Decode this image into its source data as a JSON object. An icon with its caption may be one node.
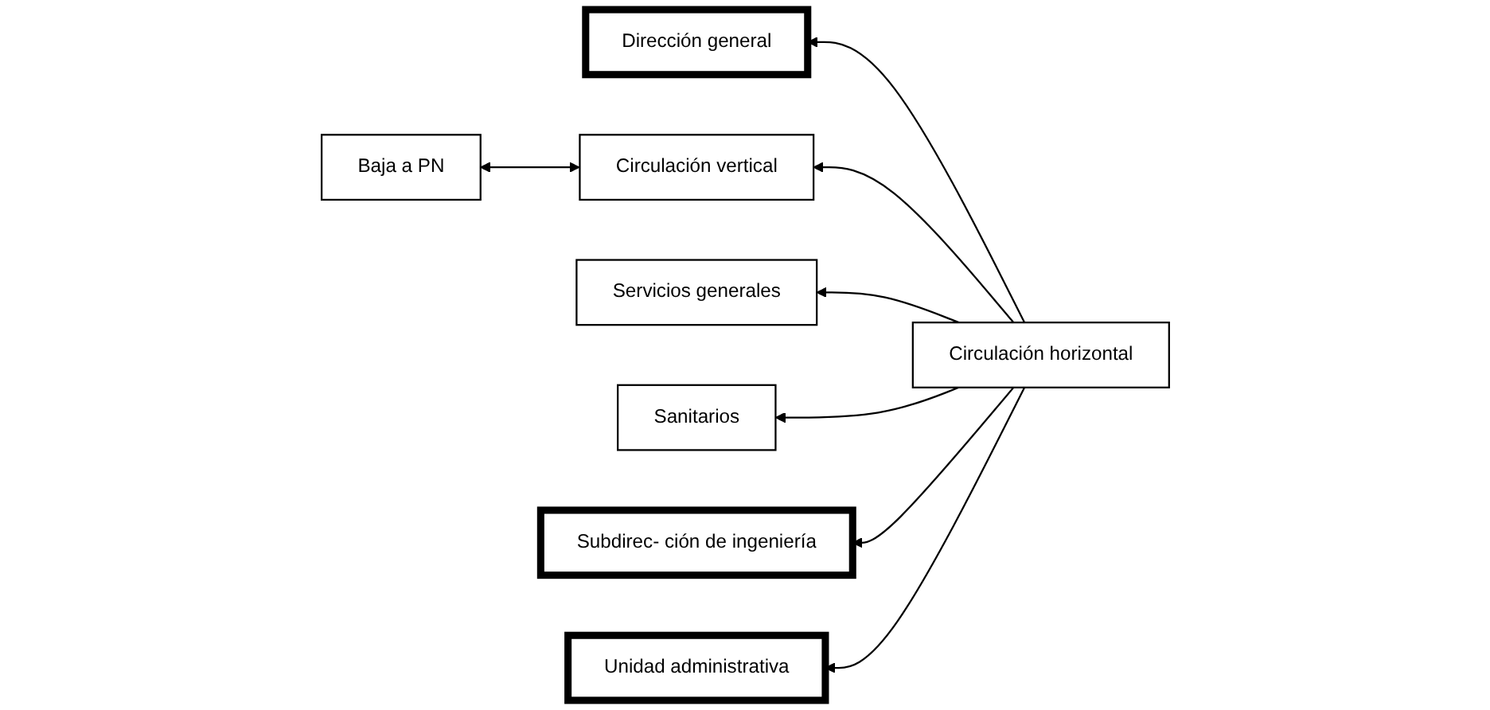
{
  "diagram": {
    "nodes": [
      {
        "text": [
          "Baja a PN"
        ]
      },
      {
        "text": [
          "Dirección general"
        ]
      },
      {
        "text": [
          "Circulación vertical"
        ]
      },
      {
        "text": [
          "Servicios generales"
        ]
      },
      {
        "text": [
          "Sanitarios"
        ]
      },
      {
        "text": [
          "Circulación horizontal"
        ]
      },
      {
        "text": [
          "Subdirec- ción de ingeniería"
        ]
      },
      {
        "text": [
          "Unidad administrativa"
        ]
      }
    ],
    "edges": [
      {
        "from": 2,
        "to": 0,
        "arrow": "both"
      },
      {
        "from": 5,
        "to": 2,
        "arrow": "to"
      },
      {
        "from": 5,
        "to": 3,
        "arrow": "to"
      },
      {
        "from": 5,
        "to": 4,
        "arrow": "to"
      },
      {
        "from": 5,
        "to": 6,
        "arrow": "to"
      },
      {
        "from": 5,
        "to": 1,
        "arrow": "to"
      },
      {
        "from": 5,
        "to": 7,
        "arrow": "to"
      }
    ]
  }
}
